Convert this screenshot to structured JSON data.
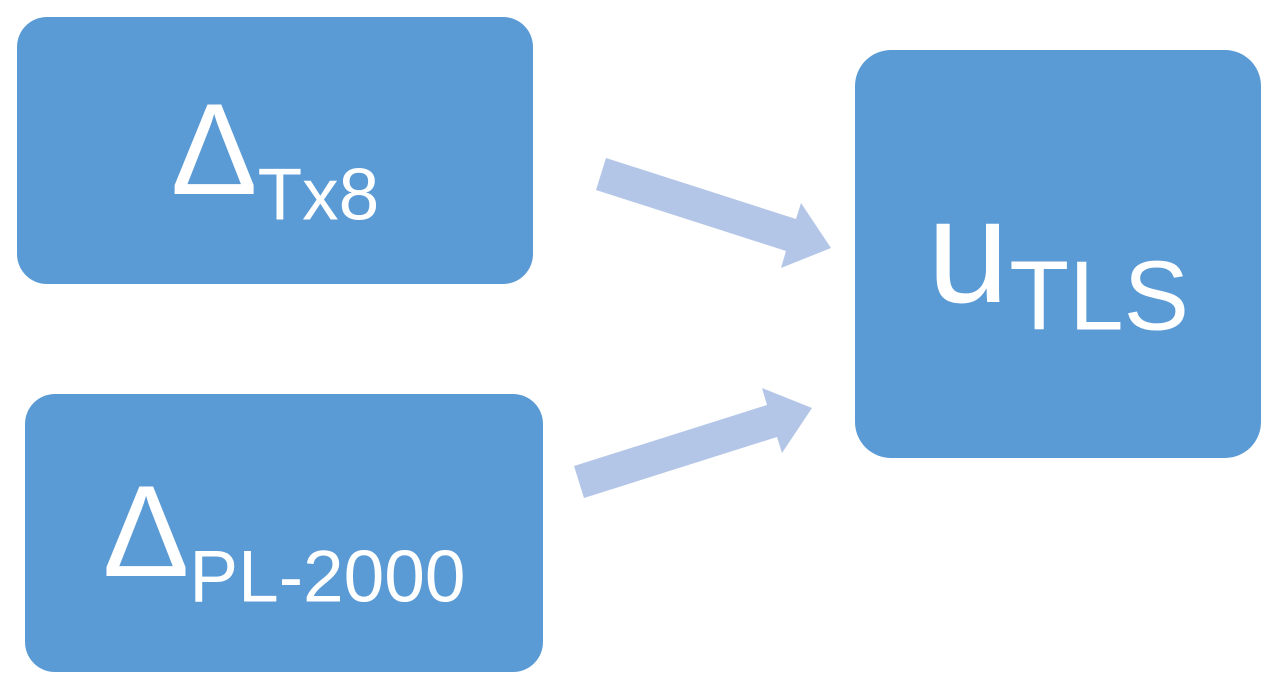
{
  "diagram": {
    "background_color": "#ffffff",
    "node_fill_color": "#5b9bd5",
    "arrow_fill_color": "#b4c6e7",
    "text_color": "#ffffff",
    "nodes": [
      {
        "id": "delta-tx8",
        "main": "Δ",
        "sub": "Tx8"
      },
      {
        "id": "delta-pl2000",
        "main": "Δ",
        "sub": "PL-2000"
      },
      {
        "id": "u-tls",
        "main": "u",
        "sub": "TLS"
      }
    ],
    "edges": [
      {
        "from": "delta-tx8",
        "to": "u-tls"
      },
      {
        "from": "delta-pl2000",
        "to": "u-tls"
      }
    ]
  }
}
